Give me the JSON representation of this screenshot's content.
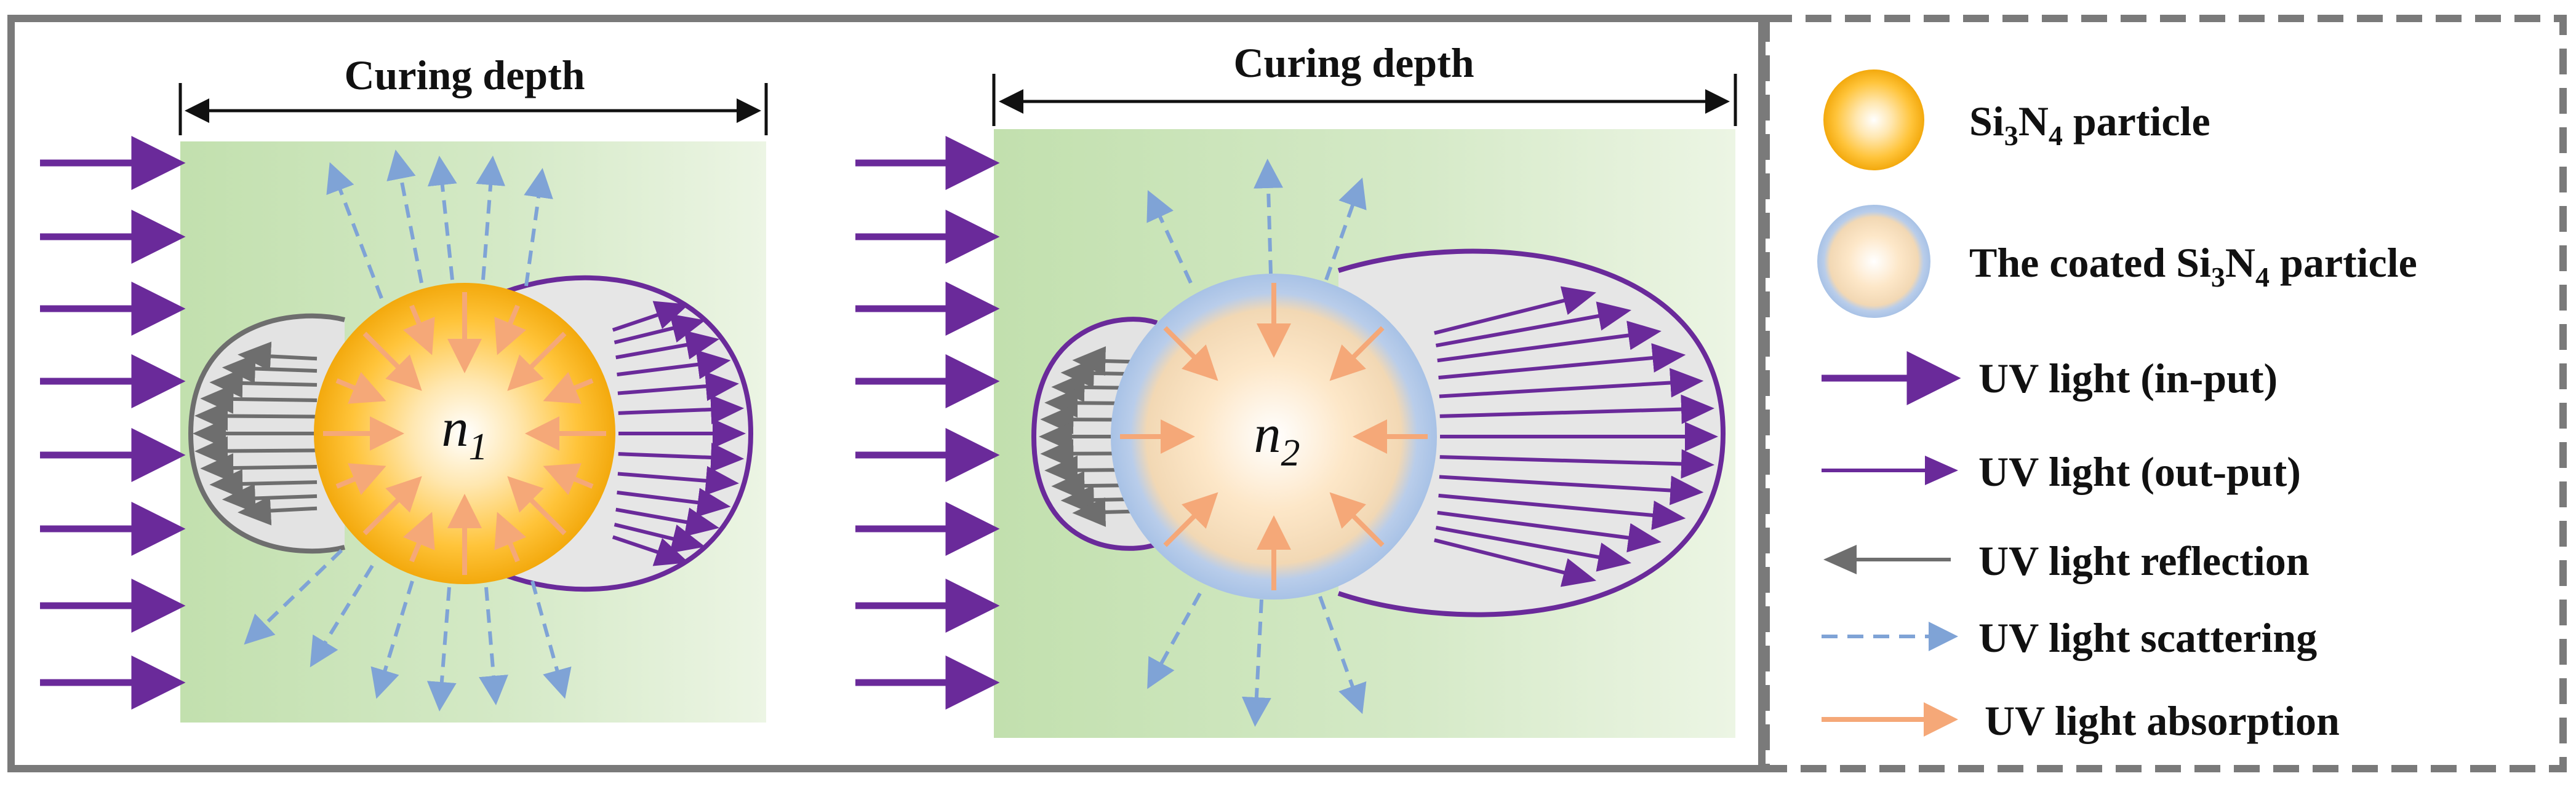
{
  "panel_left": {
    "depth_label": "Curing depth",
    "n_main": "n",
    "n_sub": "1"
  },
  "panel_right": {
    "depth_label": "Curing depth",
    "n_main": "n",
    "n_sub": "2"
  },
  "legend": {
    "sin_particle": {
      "pre": "Si",
      "s1": "3",
      "mid": "N",
      "s2": "4",
      "post": " particle"
    },
    "coated_particle": {
      "pre": "The coated Si",
      "s1": "3",
      "mid": "N",
      "s2": "4",
      "post": " particle"
    },
    "uv_input": "UV light (in-put)",
    "uv_output": "UV light (out-put)",
    "uv_reflection": "UV light reflection",
    "uv_scattering": "UV light scattering",
    "uv_absorption": "UV light absorption"
  },
  "colors": {
    "input_arrow": "#6a2a9a",
    "output_arrow": "#6a2a9a",
    "reflection_arrow": "#6e6e6e",
    "scatter_arrow": "#7fa3d6",
    "absorption_arrow": "#f5a878",
    "border": "#7a7a7a",
    "resin_green": "#c4e1b2"
  }
}
